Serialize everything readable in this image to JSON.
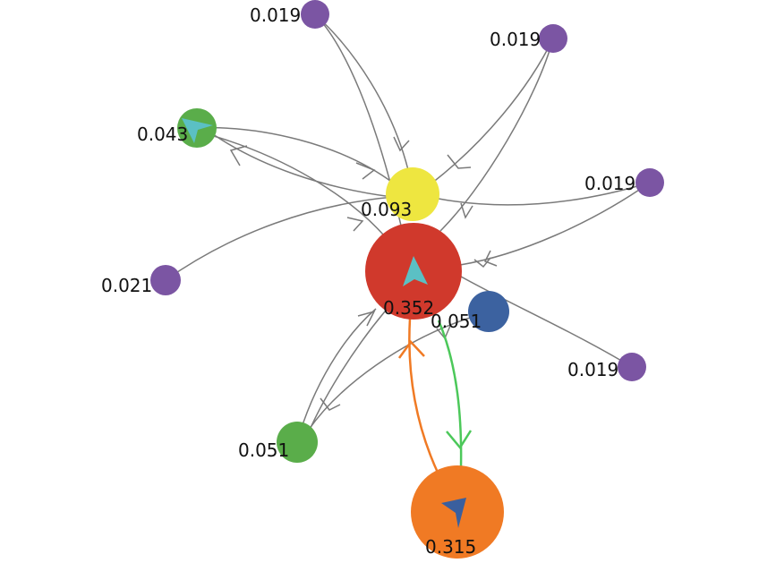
{
  "graph": {
    "nodes": [
      {
        "id": "center",
        "label": "0.352",
        "color": "#d0392c",
        "icon": "arrowhead-icon",
        "icon_color": "#5bc0c4"
      },
      {
        "id": "bottom",
        "label": "0.315",
        "color": "#f07a24",
        "icon": "arrowhead-icon",
        "icon_color": "#3a5f9e"
      },
      {
        "id": "yellow",
        "label": "0.093",
        "color": "#eee640"
      },
      {
        "id": "green-top",
        "label": "0.043",
        "color": "#5aad4a",
        "icon": "arrowhead-icon",
        "icon_color": "#5bc0c4"
      },
      {
        "id": "green-bottom",
        "label": "0.051",
        "color": "#5aad4a"
      },
      {
        "id": "blue",
        "label": "0.051",
        "color": "#3c62a0"
      },
      {
        "id": "purple-top",
        "label": "0.019",
        "color": "#7b55a3"
      },
      {
        "id": "purple-top-right",
        "label": "0.019",
        "color": "#7b55a3"
      },
      {
        "id": "purple-right",
        "label": "0.019",
        "color": "#7b55a3"
      },
      {
        "id": "purple-bottom-right",
        "label": "0.019",
        "color": "#7b55a3"
      },
      {
        "id": "purple-left",
        "label": "0.021",
        "color": "#7b55a3"
      }
    ],
    "edges": [
      {
        "from": "purple-top",
        "to": "yellow",
        "color": "#7a7a7a"
      },
      {
        "from": "purple-top",
        "to": "center",
        "color": "#7a7a7a"
      },
      {
        "from": "purple-top-right",
        "to": "yellow",
        "color": "#7a7a7a"
      },
      {
        "from": "purple-top-right",
        "to": "center",
        "color": "#7a7a7a"
      },
      {
        "from": "green-top",
        "to": "yellow",
        "color": "#7a7a7a"
      },
      {
        "from": "green-top",
        "to": "center",
        "color": "#7a7a7a"
      },
      {
        "from": "yellow",
        "to": "green-top",
        "color": "#7a7a7a"
      },
      {
        "from": "purple-right",
        "to": "yellow",
        "color": "#7a7a7a"
      },
      {
        "from": "purple-right",
        "to": "center",
        "color": "#7a7a7a"
      },
      {
        "from": "purple-left",
        "to": "yellow",
        "color": "#7a7a7a"
      },
      {
        "from": "purple-bottom-right",
        "to": "center",
        "color": "#7a7a7a"
      },
      {
        "from": "green-bottom",
        "to": "center",
        "color": "#7a7a7a"
      },
      {
        "from": "blue",
        "to": "green-bottom",
        "color": "#7a7a7a"
      },
      {
        "from": "bottom",
        "to": "center",
        "color": "#f07a24"
      },
      {
        "from": "center",
        "to": "bottom",
        "color": "#4cc85a"
      }
    ]
  }
}
